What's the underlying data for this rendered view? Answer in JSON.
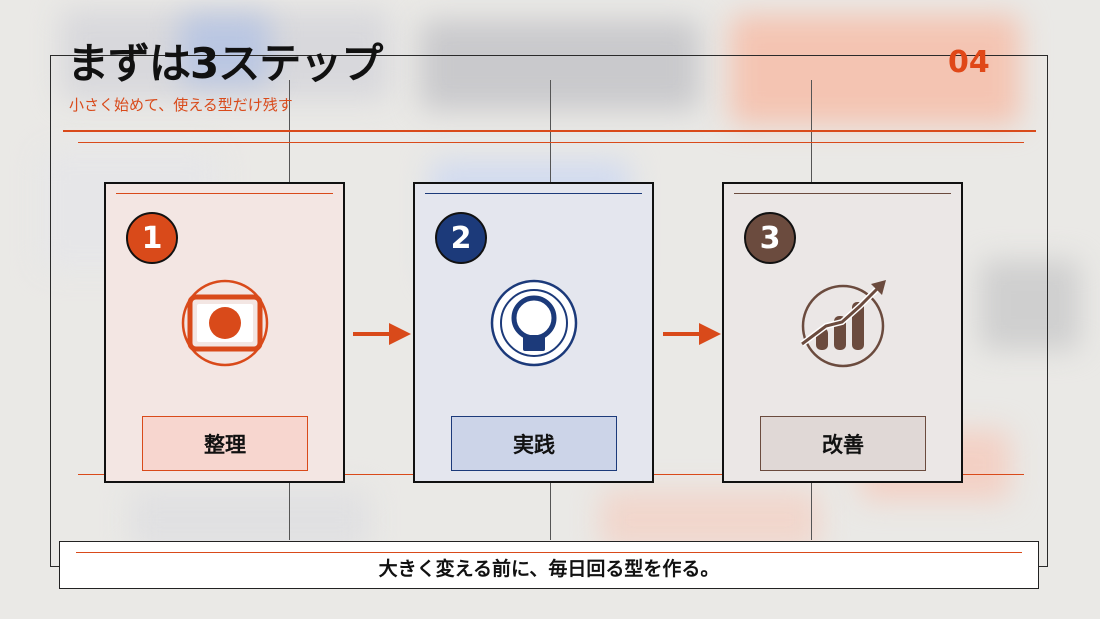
{
  "slide": {
    "title": "まずは3ステップ",
    "subtitle": "小さく始めて、使える型だけ残す",
    "page_number": "04"
  },
  "steps": [
    {
      "number": "1",
      "label": "整理",
      "icon": "card-icon",
      "accent": "#d94a1a",
      "card_bg": "#f3e6e3",
      "label_bg": "#f7d6cf"
    },
    {
      "number": "2",
      "label": "実践",
      "icon": "person-icon",
      "accent": "#1c3a7a",
      "card_bg": "#e4e6ee",
      "label_bg": "#ccd4e8"
    },
    {
      "number": "3",
      "label": "改善",
      "icon": "growth-chart-icon",
      "accent": "#6b4b3e",
      "card_bg": "#ebe7e6",
      "label_bg": "#e0d8d6"
    }
  ],
  "footer": {
    "message": "大きく変える前に、毎日回る型を作る。"
  },
  "colors": {
    "accent": "#d94a1a",
    "text": "#111111"
  }
}
